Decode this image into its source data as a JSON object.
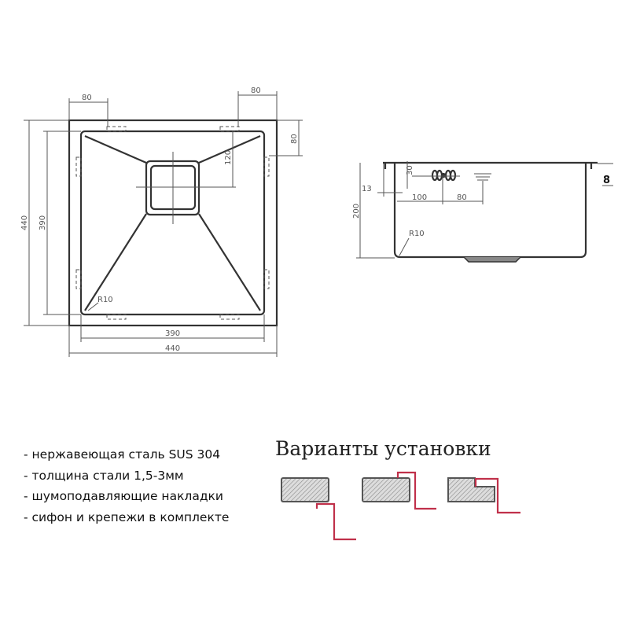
{
  "top_view": {
    "dims": {
      "outer_height": "440",
      "inner_height": "390",
      "top_left_offset": "80",
      "top_right_offset": "80",
      "right_offset": "80",
      "drain_offset": "120",
      "inner_width": "390",
      "outer_width": "440",
      "corner_radius": "R10"
    }
  },
  "side_view": {
    "dims": {
      "depth": "200",
      "rim": "13",
      "overflow_height": "30",
      "overflow_offset": "100",
      "overflow_spacing": "80",
      "corner_radius": "R10",
      "thickness": "8"
    }
  },
  "features": [
    "- нержавеющая сталь SUS 304",
    "- толщина стали 1,5-3мм",
    "- шумоподавляющие накладки",
    "- сифон и крепежи в комплекте"
  ],
  "install": {
    "title": "Варианты установки",
    "accent_color": "#c0304a"
  }
}
